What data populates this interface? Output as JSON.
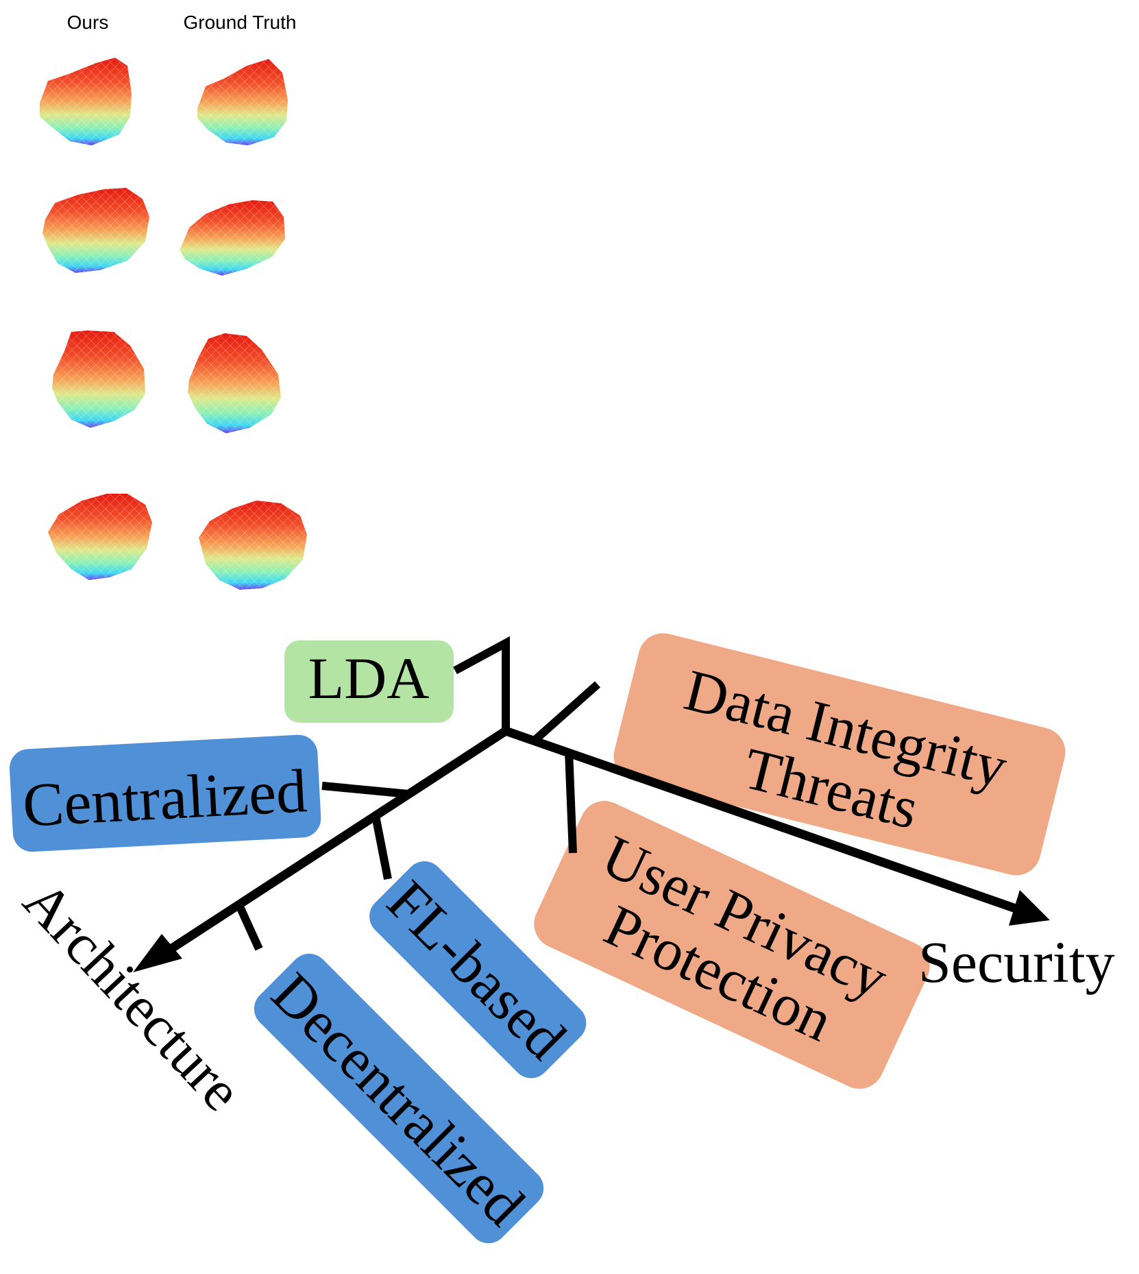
{
  "panel_top": {
    "column_headers": [
      "Ours",
      "Ground Truth"
    ],
    "rows": 4
  },
  "taxonomy": {
    "axes": {
      "architecture": "Architecture",
      "security": "Security"
    },
    "center_node": "LDA",
    "architecture_nodes": [
      "Centralized",
      "FL-based",
      "Decentralized"
    ],
    "security_nodes": [
      [
        "Data Integrity",
        "Threats"
      ],
      [
        "User Privacy",
        "Protection"
      ]
    ],
    "colors": {
      "lda": "#b3e4a4",
      "architecture": "#4f90d6",
      "security": "#f0a987",
      "line": "#000000"
    }
  }
}
